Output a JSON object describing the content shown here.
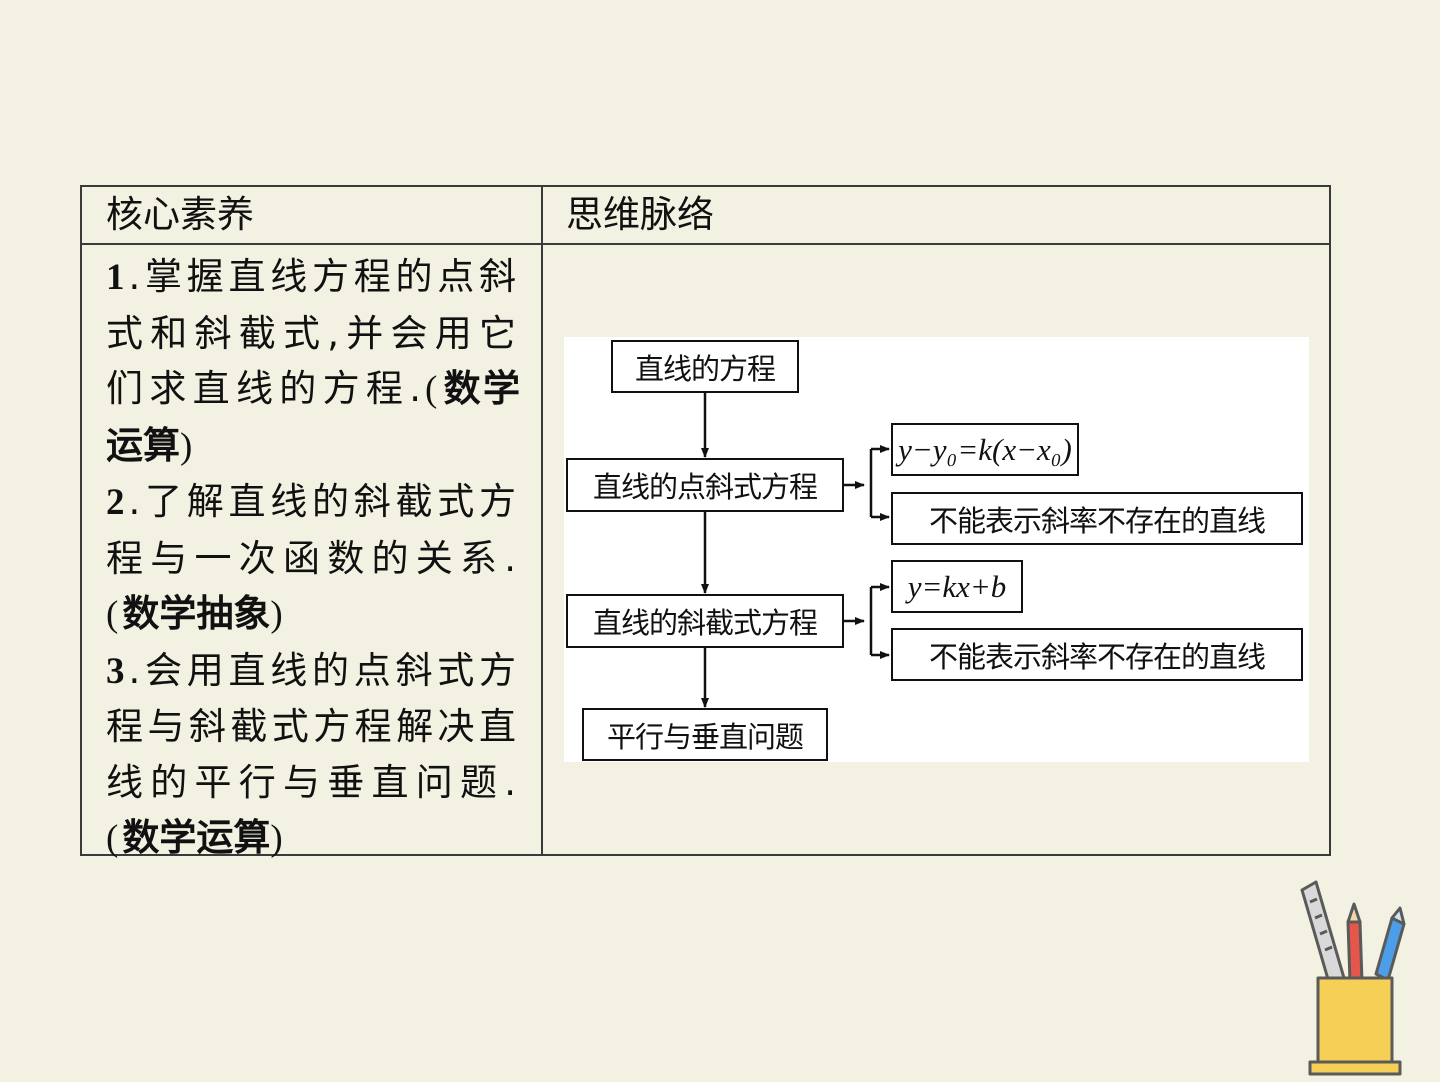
{
  "table": {
    "header_left": "核心素养",
    "header_right": "思维脉络",
    "items": [
      {
        "num": "1",
        "text": ".掌握直线方程的点斜式和斜截式,并会用它们求直线的方程.",
        "open": "(",
        "tag": "数学运算",
        "close": ")"
      },
      {
        "num": "2",
        "text": ".了解直线的斜截式方程与一次函数的关系.",
        "open": "(",
        "tag": "数学抽象",
        "close": ")"
      },
      {
        "num": "3",
        "text": ".会用直线的点斜式方程与斜截式方程解决直线的平行与垂直问题.",
        "open": "(",
        "tag": "数学运算",
        "close": ")"
      }
    ]
  },
  "mind_map": {
    "root": "直线的方程",
    "point_slope": "直线的点斜式方程",
    "point_slope_formula": "y−y₀=k(x−x₀)",
    "point_slope_limit": "不能表示斜率不存在的直线",
    "slope_intercept": "直线的斜截式方程",
    "slope_intercept_formula": "y=kx+b",
    "slope_intercept_limit": "不能表示斜率不存在的直线",
    "parallel": "平行与垂直问题"
  },
  "colors": {
    "background": "#f3f1e2",
    "border": "#3a3a3a",
    "cup_yellow": "#f6cf56",
    "pencil_red": "#e4574a",
    "pen_blue": "#4d9ee8"
  },
  "icons": [
    "pencil-cup-icon"
  ]
}
